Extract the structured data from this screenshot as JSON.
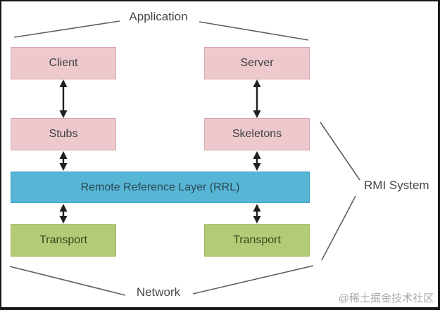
{
  "labels": {
    "application": "Application",
    "network": "Network",
    "rmi_system": "RMI System"
  },
  "boxes": {
    "client": "Client",
    "server": "Server",
    "stubs": "Stubs",
    "skeletons": "Skeletons",
    "rrl": "Remote Reference Layer (RRL)",
    "transport_left": "Transport",
    "transport_right": "Transport"
  },
  "watermark": "@稀土掘金技术社区",
  "colors": {
    "pink": "#edc9ce",
    "pink_border": "#d7a6ad",
    "blue": "#57b6d6",
    "blue_border": "#3ba2c6",
    "green": "#b3cb76",
    "green_border": "#9fba58",
    "line": "#5f5f5f",
    "arrow": "#1f1f1f",
    "text": "#3f3f3f",
    "watermark_color": "#a8a8a8"
  }
}
